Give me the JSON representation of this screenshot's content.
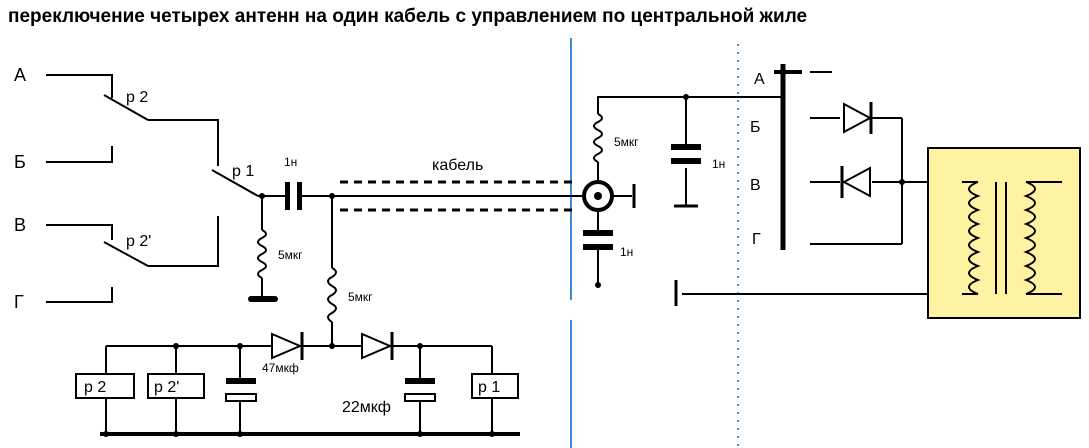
{
  "title": "переключение четырех антенн на один кабель с управлением по центральной жиле",
  "colors": {
    "divider": "#3a8fd8",
    "transformer_fill": "#fff3a3",
    "wire": "#000000"
  },
  "labels": {
    "antenna_a": "А",
    "antenna_b": "Б",
    "antenna_v": "В",
    "antenna_g": "Г",
    "relay_p2": "р 2",
    "relay_p1": "р 1",
    "relay_p2prime": "р 2'",
    "cap_1n_left": "1н",
    "cable": "кабель",
    "coil_left": "5мкг",
    "coil_mid": "5мкг",
    "box_p2": "р 2",
    "box_p2prime": "р 2'",
    "box_p1": "р 1",
    "cap_47": "47мкф",
    "cap_22": "22мкф",
    "coil_right": "5мкг",
    "cap_1n_right": "1н",
    "cap_1n_bottom": "1н",
    "sw_a": "А",
    "sw_b": "Б",
    "sw_v": "В",
    "sw_g": "Г"
  }
}
